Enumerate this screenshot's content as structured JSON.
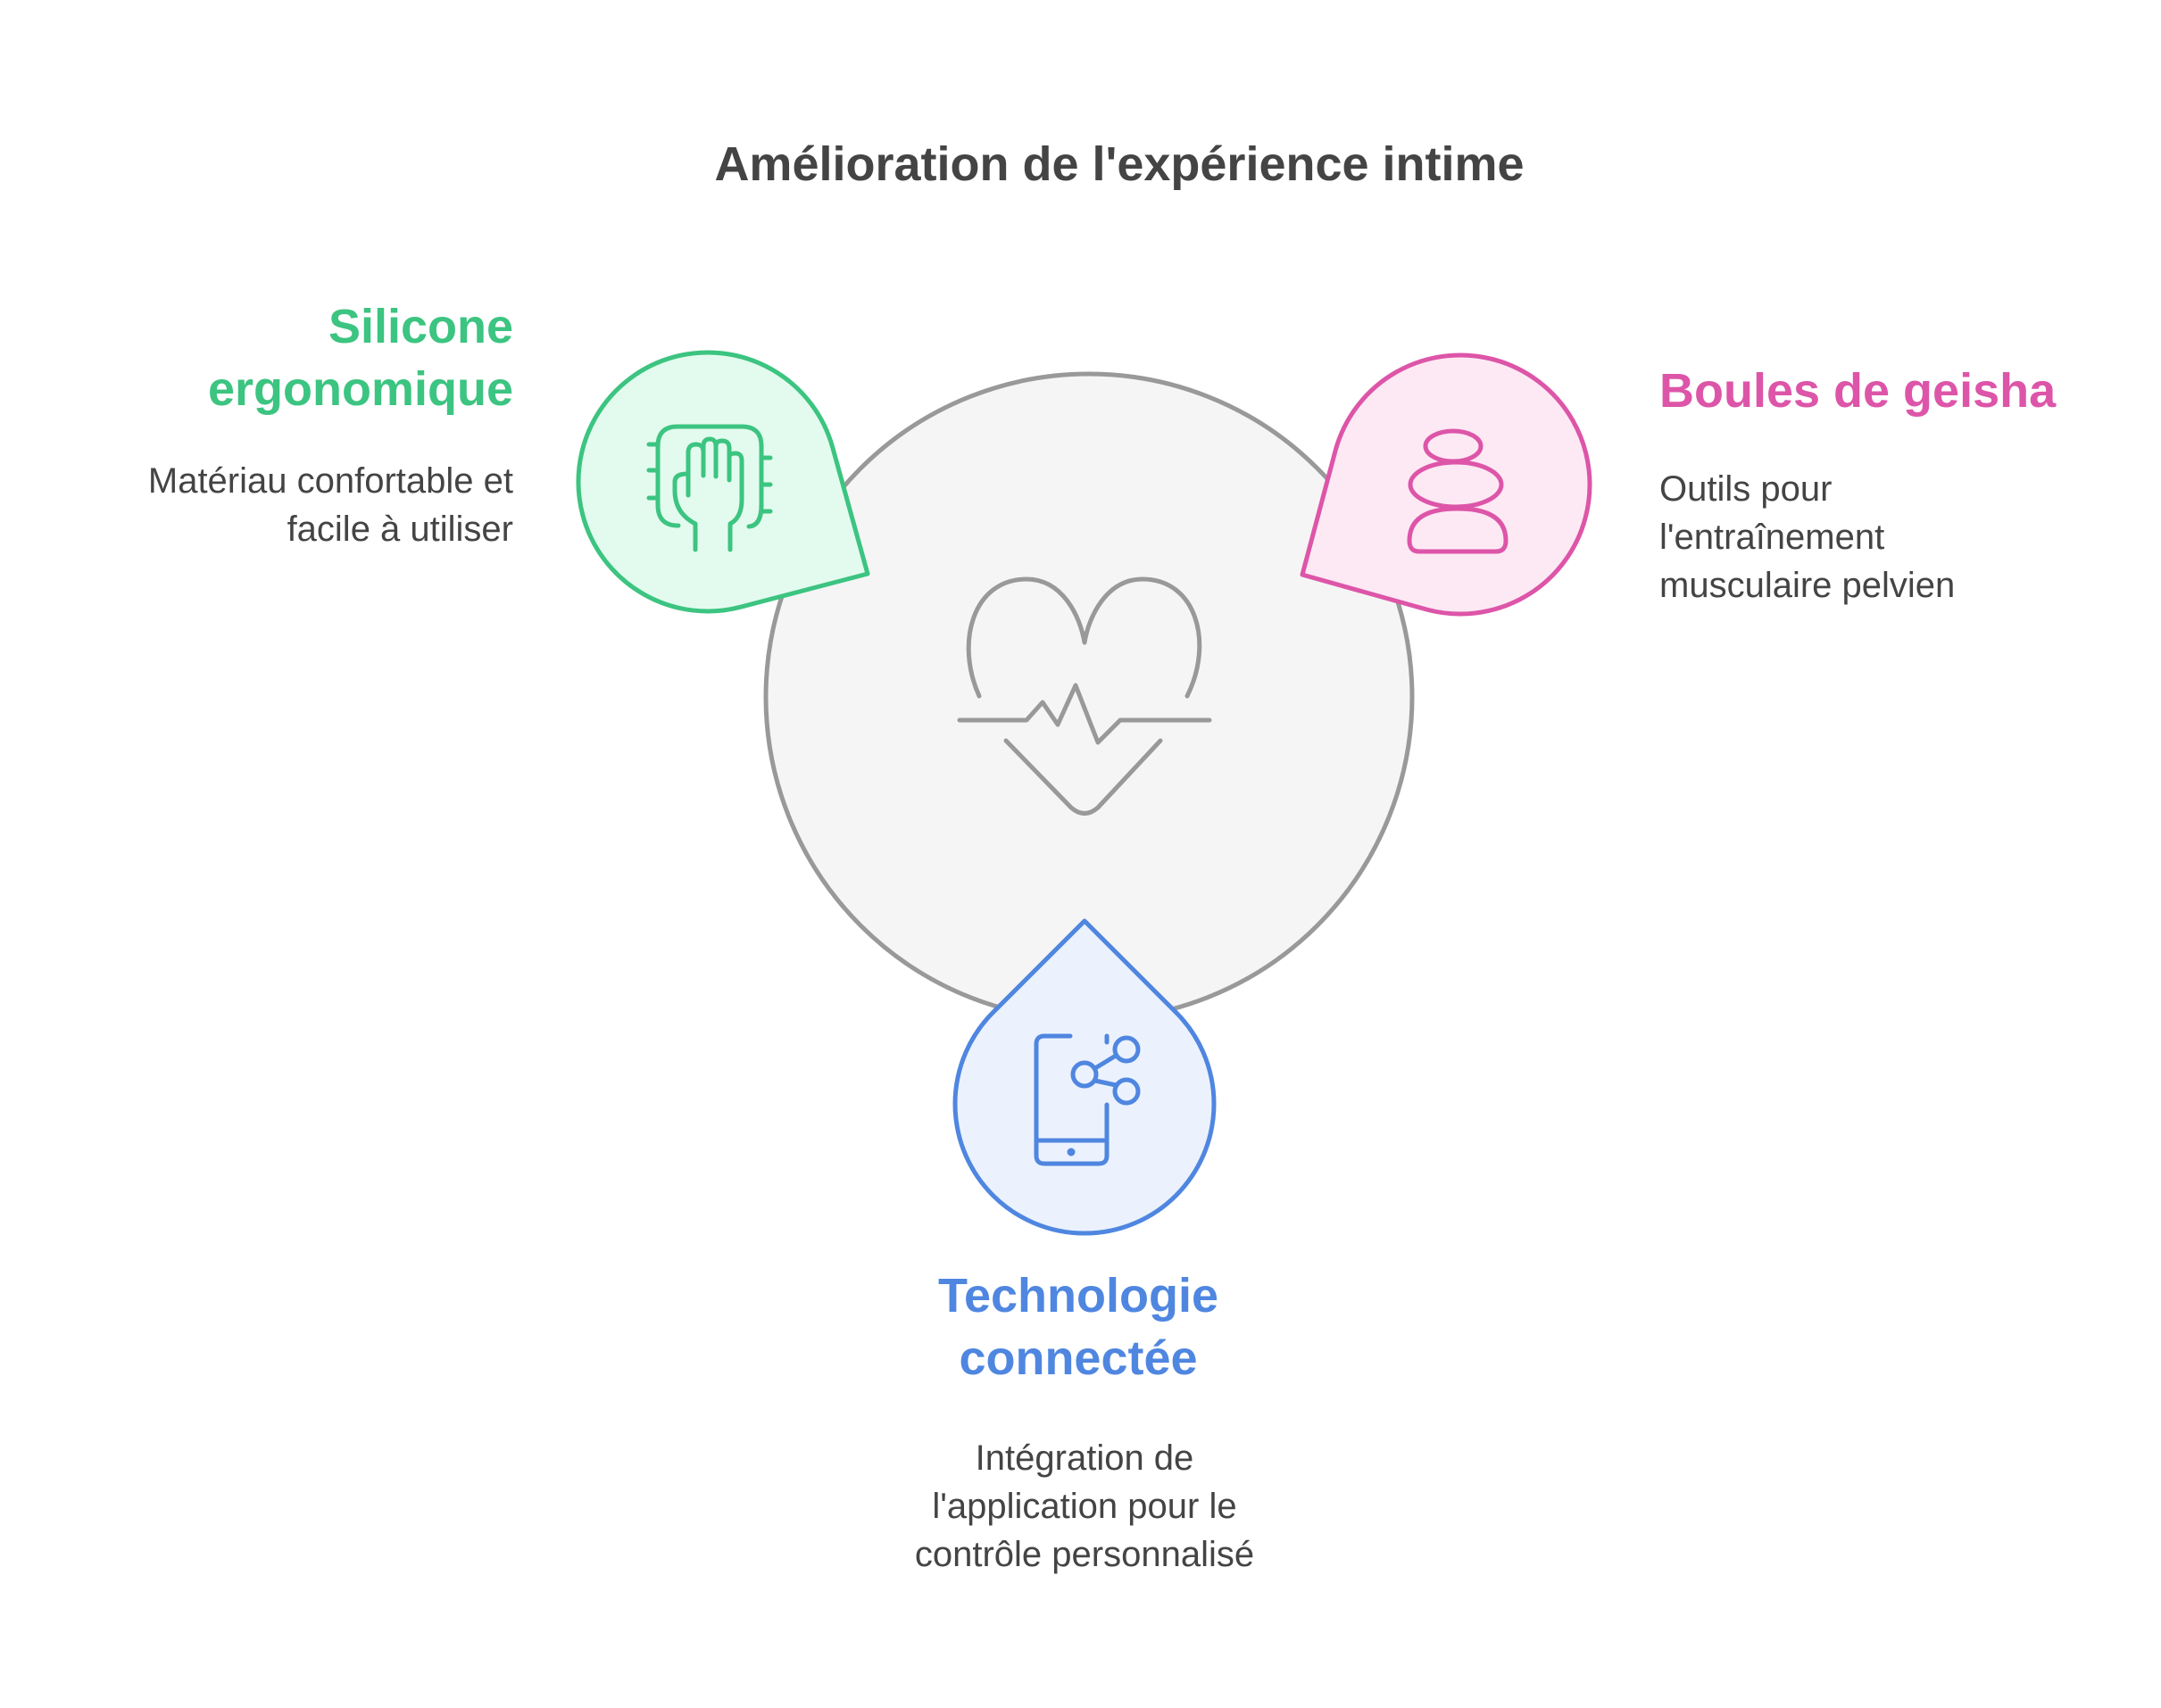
{
  "title": "Amélioration de l'expérience intime",
  "center": {
    "icon": "heart-pulse-icon"
  },
  "items": [
    {
      "heading_lines": [
        "Silicone",
        "ergonomique"
      ],
      "description_lines": [
        "Matériau confortable et",
        "facile à utiliser"
      ],
      "icon": "hand-on-pad-icon",
      "color": "#3cc481",
      "fill": "#e3fbee"
    },
    {
      "heading_lines": [
        "Boules de geisha"
      ],
      "description_lines": [
        "Outils pour",
        "l'entraînement",
        "musculaire pelvien"
      ],
      "icon": "stacked-stones-icon",
      "color": "#dd55a8",
      "fill": "#fde9f4"
    },
    {
      "heading_lines": [
        "Technologie",
        "connectée"
      ],
      "description_lines": [
        "Intégration de",
        "l'application pour le",
        "contrôle personnalisé"
      ],
      "icon": "phone-share-icon",
      "color": "#4f86e0",
      "fill": "#ebf2fd"
    }
  ]
}
